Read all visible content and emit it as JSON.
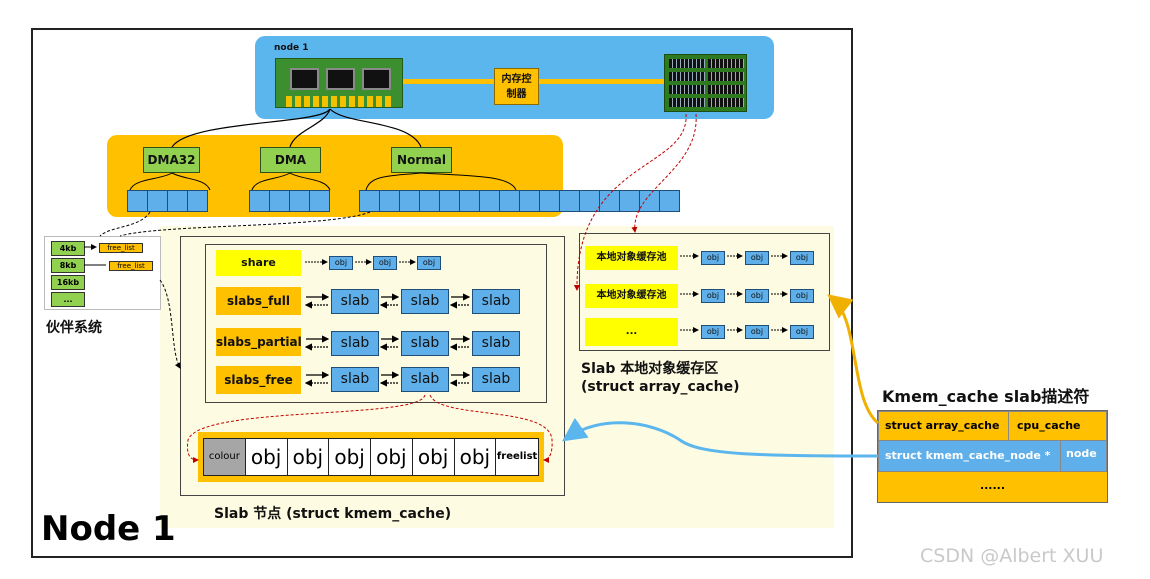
{
  "node_label_small": "node 1",
  "memory_controller": "内存控\n制器",
  "zones": [
    "DMA32",
    "DMA",
    "Normal"
  ],
  "buddy": {
    "sizes": [
      "4kb",
      "8kb",
      "16kb",
      "..."
    ],
    "free_list": "free_list",
    "label": "伙伴系统"
  },
  "slab_lists": [
    "share",
    "slabs_full",
    "slabs_partial",
    "slabs_free"
  ],
  "obj_small": "obj",
  "slab": "slab",
  "slab_objs": [
    "colour",
    "obj",
    "obj",
    "obj",
    "obj",
    "obj",
    "obj",
    "freelist"
  ],
  "slab_node_label": "Slab 节点 (struct kmem_cache)",
  "array_cache": {
    "pools": [
      "本地对象缓存池",
      "本地对象缓存池",
      "..."
    ],
    "label_line1": "Slab 本地对象缓存区",
    "label_line2": "(struct array_cache)"
  },
  "kmem_cache": {
    "title": "Kmem_cache  slab描述符",
    "row1_left": "struct array_cache",
    "row1_right": "cpu_cache",
    "row2_left": "struct kmem_cache_node *",
    "row2_right": "node",
    "row3": "......"
  },
  "node_label_big": "Node 1",
  "watermark": "CSDN @Albert XUU",
  "colors": {
    "blue": "#5fb0ea",
    "orange": "#ffc000",
    "green": "#92d050",
    "yellow": "#ffff00",
    "cream": "#fdfbe1",
    "red_dashed": "#c00000"
  }
}
